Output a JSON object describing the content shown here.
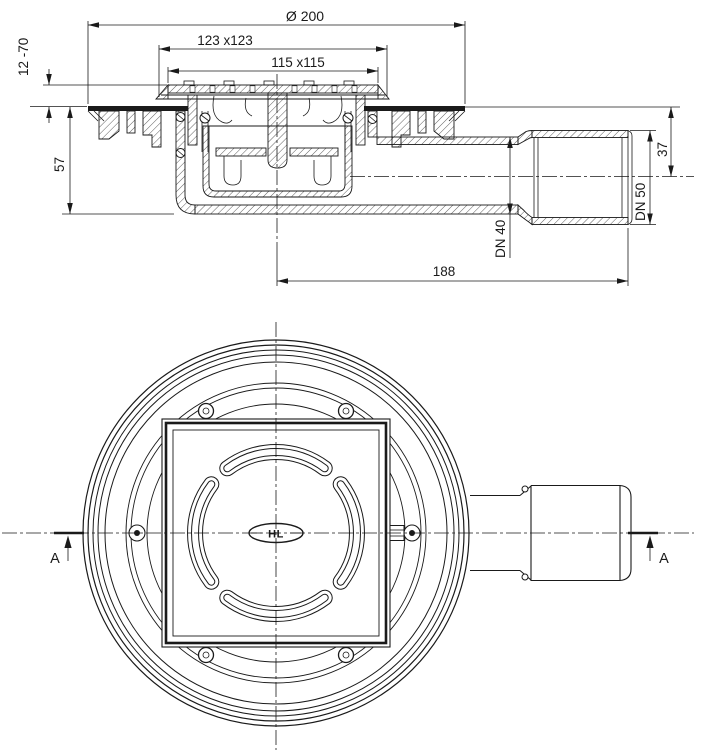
{
  "drawing": {
    "type": "technical-drawing",
    "section": {
      "dim_diameter": "Ø 200",
      "dim_frame": "123 x123",
      "dim_grate": "115 x115",
      "dim_height_range": "12 -70",
      "dim_depth": "57",
      "dim_invert": "37",
      "dim_dn50": "DN 50",
      "dim_dn40": "DN 40",
      "dim_length": "188"
    },
    "plan": {
      "cut_label_left": "A",
      "cut_label_right": "A",
      "logo": "HL"
    },
    "colors": {
      "line": "#1a1a1a",
      "background": "#ffffff"
    }
  }
}
